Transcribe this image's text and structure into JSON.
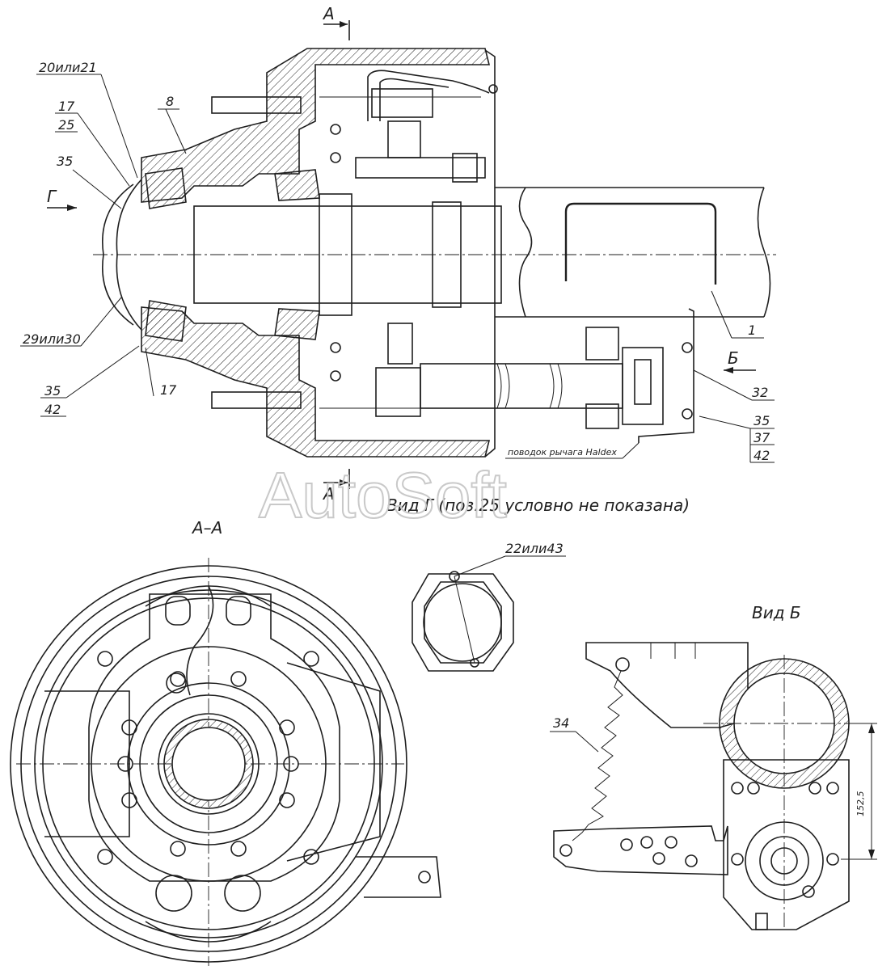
{
  "labels": {
    "section_arrow_top": "А",
    "section_arrow_bottom": "А",
    "view_g_arrow": "Г",
    "view_b_arrow": "Б",
    "p20": "20или21",
    "p17a": "17",
    "p25": "25",
    "p8": "8",
    "p35a": "35",
    "p29": "29или30",
    "p35b": "35",
    "p42a": "42",
    "p17b": "17",
    "p1": "1",
    "p32": "32",
    "p35c": "35",
    "p37": "37",
    "p42b": "42",
    "p22": "22или43",
    "p34": "34",
    "note": "поводок рычага Haldex",
    "section_title": "А–А",
    "view_g_title": "Вид Г (поз.25 условно не показана)",
    "view_b_title": "Вид Б",
    "dimension": "152,5",
    "watermark": "AutoSoft"
  },
  "colors": {
    "line": "#1e1e1e",
    "watermark": "#c9c9c9",
    "background": "#ffffff"
  }
}
